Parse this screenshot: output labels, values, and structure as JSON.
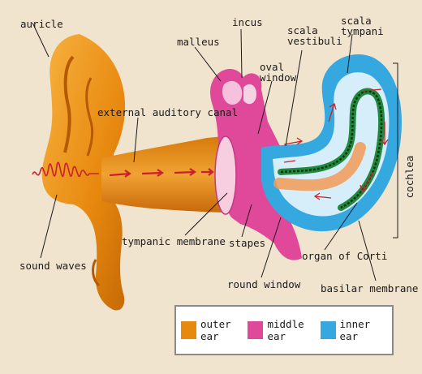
{
  "labels": {
    "auricle": "auricle",
    "incus": "incus",
    "malleus": "malleus",
    "oval_window": [
      "oval",
      "window"
    ],
    "scala_vestibuli": [
      "scala",
      "vestibuli"
    ],
    "scala_tympani": [
      "scala",
      "tympani"
    ],
    "external_auditory_canal": "external auditory canal",
    "cochlea": "cochlea",
    "sound_waves": "sound waves",
    "tympanic_membrane": "tympanic membrane",
    "stapes": "stapes",
    "organ_of_corti": "organ of Corti",
    "round_window": "round window",
    "basilar_membrane": "basilar membrane"
  },
  "legend": [
    {
      "label": "outer ear",
      "color": "#e8890f"
    },
    {
      "label": "middle ear",
      "color": "#e0489a"
    },
    {
      "label": "inner ear",
      "color": "#35a8e0"
    }
  ],
  "colors": {
    "outer_ear": "#e8890f",
    "middle_ear": "#e0489a",
    "inner_ear": "#35a8e0",
    "sound_wave": "#cc1f2e"
  }
}
